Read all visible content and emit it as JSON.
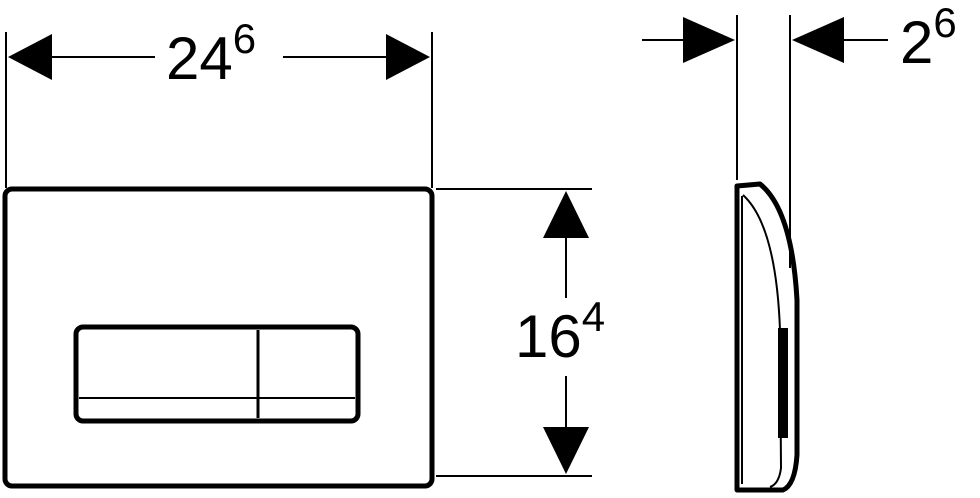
{
  "dimensions": {
    "width": {
      "main": "24",
      "sup": "6"
    },
    "height": {
      "main": "16",
      "sup": "4"
    },
    "depth": {
      "main": "2",
      "sup": "6"
    }
  },
  "colors": {
    "ink": "#000000",
    "paper": "#ffffff"
  }
}
